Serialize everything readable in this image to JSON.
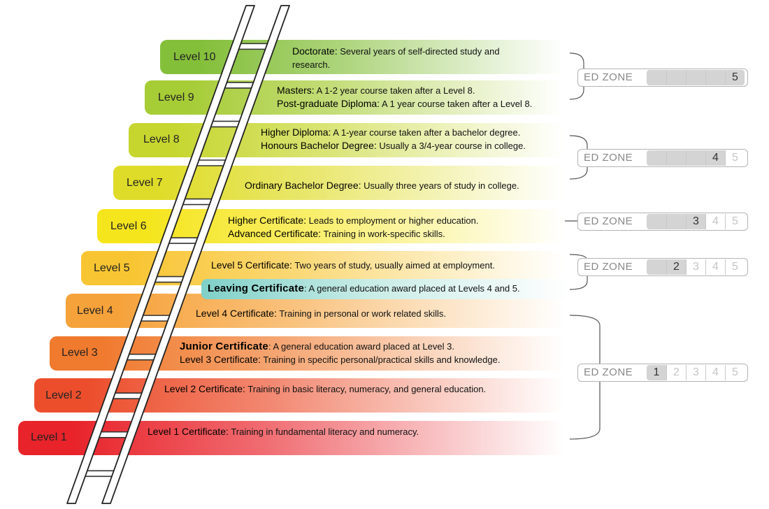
{
  "levels": [
    {
      "label": "Level 1",
      "color": "#e8232a",
      "lines": [
        {
          "term": "Level 1 Certificate:",
          "text": " Training in fundamental literacy and numeracy."
        }
      ]
    },
    {
      "label": "Level 2",
      "color": "#ec4e2c",
      "lines": [
        {
          "term": "Level 2 Certificate:",
          "text": " Training in basic literacy, numeracy, and general education."
        }
      ]
    },
    {
      "label": "Level 3",
      "color": "#f07a2e",
      "lines": [
        {
          "term": "Junior Certificate",
          "text": ": A general education award placed at Level 3.",
          "bold": true
        },
        {
          "term": "Level 3 Certificate:",
          "text": " Training in specific personal/practical skills and knowledge."
        }
      ]
    },
    {
      "label": "Level 4",
      "color": "#f6a23a",
      "lines": [
        {
          "term": "Level 4 Certificate:",
          "text": " Training in personal or work related skills."
        }
      ]
    },
    {
      "label": "Level 5",
      "color": "#f8c532",
      "lines": [
        {
          "term": "Level 5 Certificate:",
          "text": " Two years of study, usually aimed at employment."
        }
      ]
    },
    {
      "label": "Level 6",
      "color": "#f5e51c",
      "lines": [
        {
          "term": "Higher Certificate:",
          "text": " Leads to employment or higher education."
        },
        {
          "term": "Advanced Certificate:",
          "text": " Training in work-specific skills."
        }
      ]
    },
    {
      "label": "Level 7",
      "color": "#dfdc29",
      "lines": [
        {
          "term": "Ordinary Bachelor Degree:",
          "text": " Usually three years of study in college."
        }
      ]
    },
    {
      "label": "Level 8",
      "color": "#c6d62f",
      "lines": [
        {
          "term": "Higher Diploma:",
          "text": " A 1-year course taken after a bachelor degree."
        },
        {
          "term": "Honours Bachelor Degree:",
          "text": " Usually a 3/4-year course in college."
        }
      ]
    },
    {
      "label": "Level 9",
      "color": "#a6cc36",
      "lines": [
        {
          "term": "Masters:",
          "text": " A 1-2 year course taken after a Level 8."
        },
        {
          "term": "Post-graduate Diploma:",
          "text": " A 1 year course taken after a Level 8."
        }
      ]
    },
    {
      "label": "Level 10",
      "color": "#84bf3a",
      "lines": [
        {
          "term": "Doctorate:",
          "text": " Several years of self-directed study and"
        },
        {
          "term": "",
          "text": "research."
        }
      ]
    }
  ],
  "leaving_certificate": {
    "term": "Leaving Certificate",
    "text": ": A general education award placed at Levels 4 and 5.",
    "color": "#7fd0c8"
  },
  "zones": [
    {
      "label": "ED ZONE",
      "current": 5,
      "cells": [
        "",
        "",
        "",
        "",
        "5"
      ]
    },
    {
      "label": "ED ZONE",
      "current": 4,
      "cells": [
        "",
        "",
        "",
        "4",
        "5"
      ]
    },
    {
      "label": "ED ZONE",
      "current": 3,
      "cells": [
        "",
        "",
        "3",
        "4",
        "5"
      ]
    },
    {
      "label": "ED ZONE",
      "current": 2,
      "cells": [
        "",
        "2",
        "3",
        "4",
        "5"
      ]
    },
    {
      "label": "ED ZONE",
      "current": 1,
      "cells": [
        "1",
        "2",
        "3",
        "4",
        "5"
      ]
    }
  ]
}
